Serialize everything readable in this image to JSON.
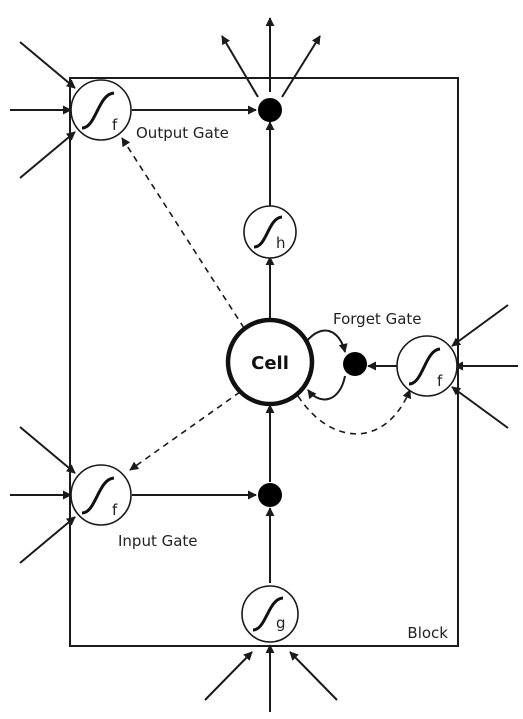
{
  "block": {
    "label": "Block"
  },
  "cell": {
    "label": "Cell"
  },
  "gates": {
    "output": {
      "label": "Output Gate",
      "activation": "f"
    },
    "forget": {
      "label": "Forget Gate",
      "activation": "f"
    },
    "input": {
      "label": "Input Gate",
      "activation": "f"
    }
  },
  "units": {
    "cell_output": {
      "activation": "h"
    },
    "cell_input": {
      "activation": "g"
    }
  },
  "colors": {
    "stroke": "#1a1a1a",
    "multiplier": "#000000",
    "background": "#ffffff"
  }
}
